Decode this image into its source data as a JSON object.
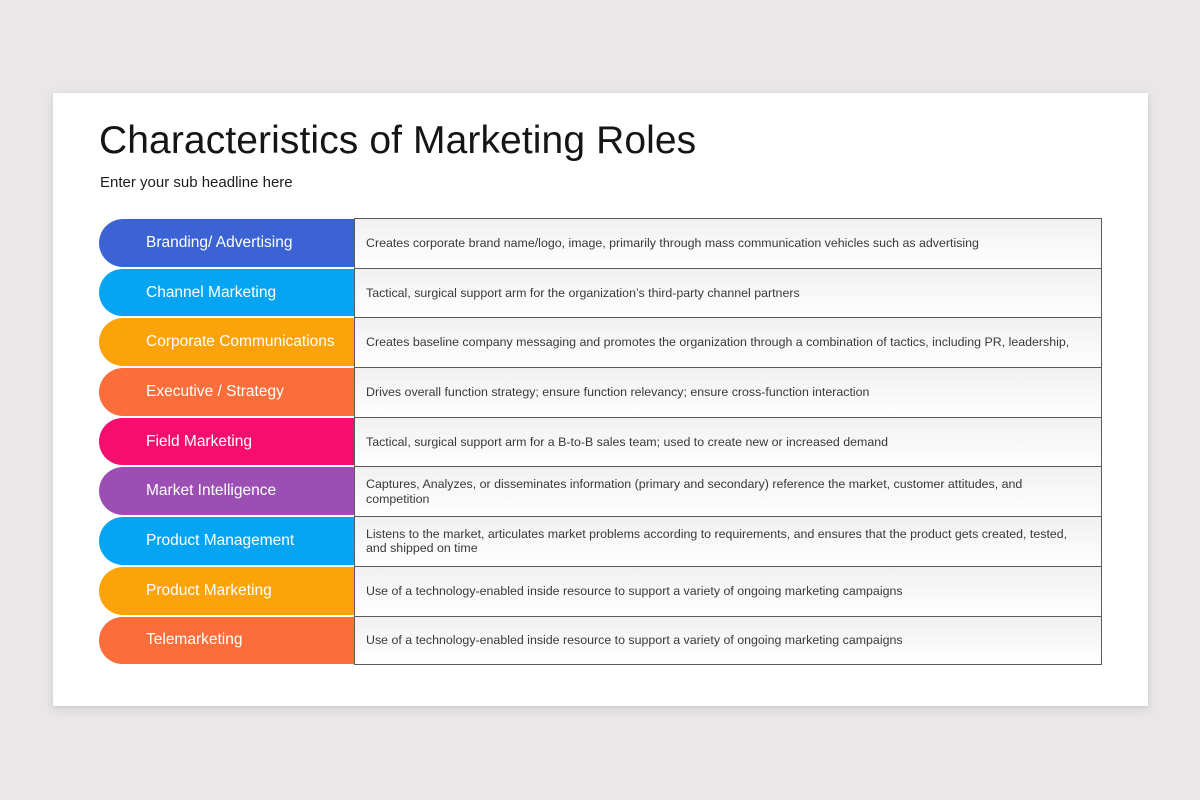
{
  "slide": {
    "title": "Characteristics of Marketing Roles",
    "subtitle": "Enter your sub headline here"
  },
  "roles": [
    {
      "label": "Branding/ Advertising",
      "color": "#3b63d4",
      "description": "Creates corporate brand name/logo, image, primarily through mass communication vehicles such as advertising"
    },
    {
      "label": "Channel Marketing",
      "color": "#06a5f4",
      "description": "Tactical, surgical support arm for the organization’s third-party channel partners"
    },
    {
      "label": "Corporate Communications",
      "color": "#fca30a",
      "description": "Creates baseline company messaging and promotes the organization through a combination of tactics, including PR, leadership,"
    },
    {
      "label": "Executive / Strategy",
      "color": "#fb6d3a",
      "description": "Drives overall function strategy; ensure function relevancy; ensure cross-function interaction"
    },
    {
      "label": "Field Marketing",
      "color": "#f50e6d",
      "description": "Tactical, surgical support arm for a B-to-B sales team; used to create new or increased demand"
    },
    {
      "label": "Market Intelligence",
      "color": "#9c4fb3",
      "description": "Captures, Analyzes, or disseminates information (primary and secondary) reference the market, customer attitudes, and competition"
    },
    {
      "label": "Product Management",
      "color": "#06a5f4",
      "description": "Listens to the market, articulates market problems according to requirements, and ensures that the product gets created, tested, and shipped on time"
    },
    {
      "label": "Product Marketing",
      "color": "#fca30a",
      "description": "Use of a technology-enabled inside resource to support a variety of ongoing marketing campaigns"
    },
    {
      "label": "Telemarketing",
      "color": "#fb6d3a",
      "description": "Use of a technology-enabled inside resource to support a variety of ongoing marketing campaigns"
    }
  ]
}
